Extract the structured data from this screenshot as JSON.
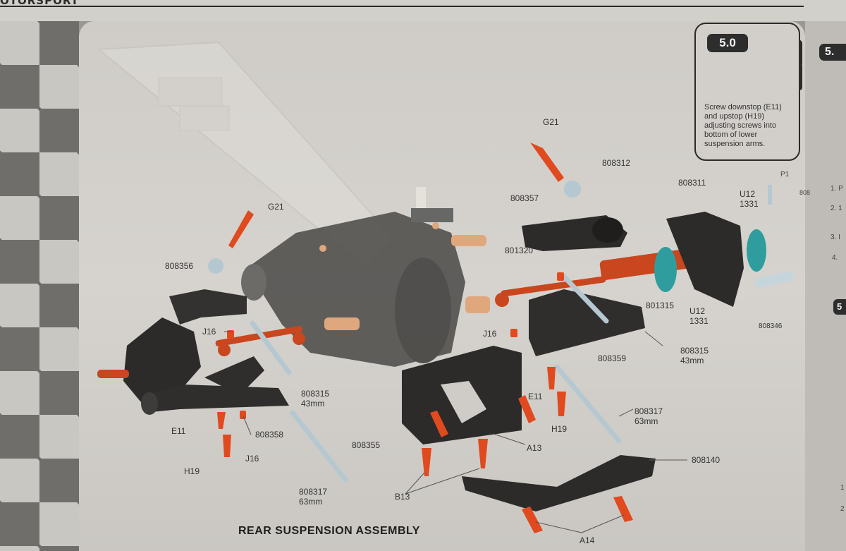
{
  "header": {
    "brand": "OTORSPORT"
  },
  "caption": "REAR SUSPENSION ASSEMBLY",
  "step": {
    "badge": "5.0",
    "note": "Screw downstop (E11) and upstop (H19) adjusting screws into bottom of lower suspension arms.",
    "next_badge": "5."
  },
  "right_edge": {
    "p1": "P1",
    "items": [
      "1. P",
      "2. 1",
      "3. I",
      "4."
    ],
    "code": "808",
    "badge": "5",
    "bottom": [
      "1",
      "2"
    ]
  },
  "colors": {
    "screw": "#e04a1e",
    "plastic": "#2c2b2a",
    "link": "#b5c8d1",
    "bearing": "#2f9d9d",
    "turnbuckle": "#c9461e"
  },
  "labels": {
    "g21_left": "G21",
    "g21_right": "G21",
    "p808312": "808312",
    "p808357": "808357",
    "p808311": "808311",
    "u12_top": "U12\n1331",
    "p808356": "808356",
    "p801320": "801320",
    "p801315": "801315",
    "u12_bottom": "U12\n1331",
    "p808346": "808346",
    "j16_left": "J16",
    "j16_mid": "J16",
    "j16_bottom": "J16",
    "p808359": "808359",
    "p808315_right": "808315\n43mm",
    "p808315_left": "808315\n43mm",
    "e11_left": "E11",
    "e11_right": "E11",
    "h19_left": "H19",
    "h19_right": "H19",
    "p808358": "808358",
    "p808355": "808355",
    "a13": "A13",
    "p808317_right": "808317\n63mm",
    "p808317_left": "808317\n63mm",
    "p808140": "808140",
    "b13": "B13",
    "a14": "A14"
  }
}
